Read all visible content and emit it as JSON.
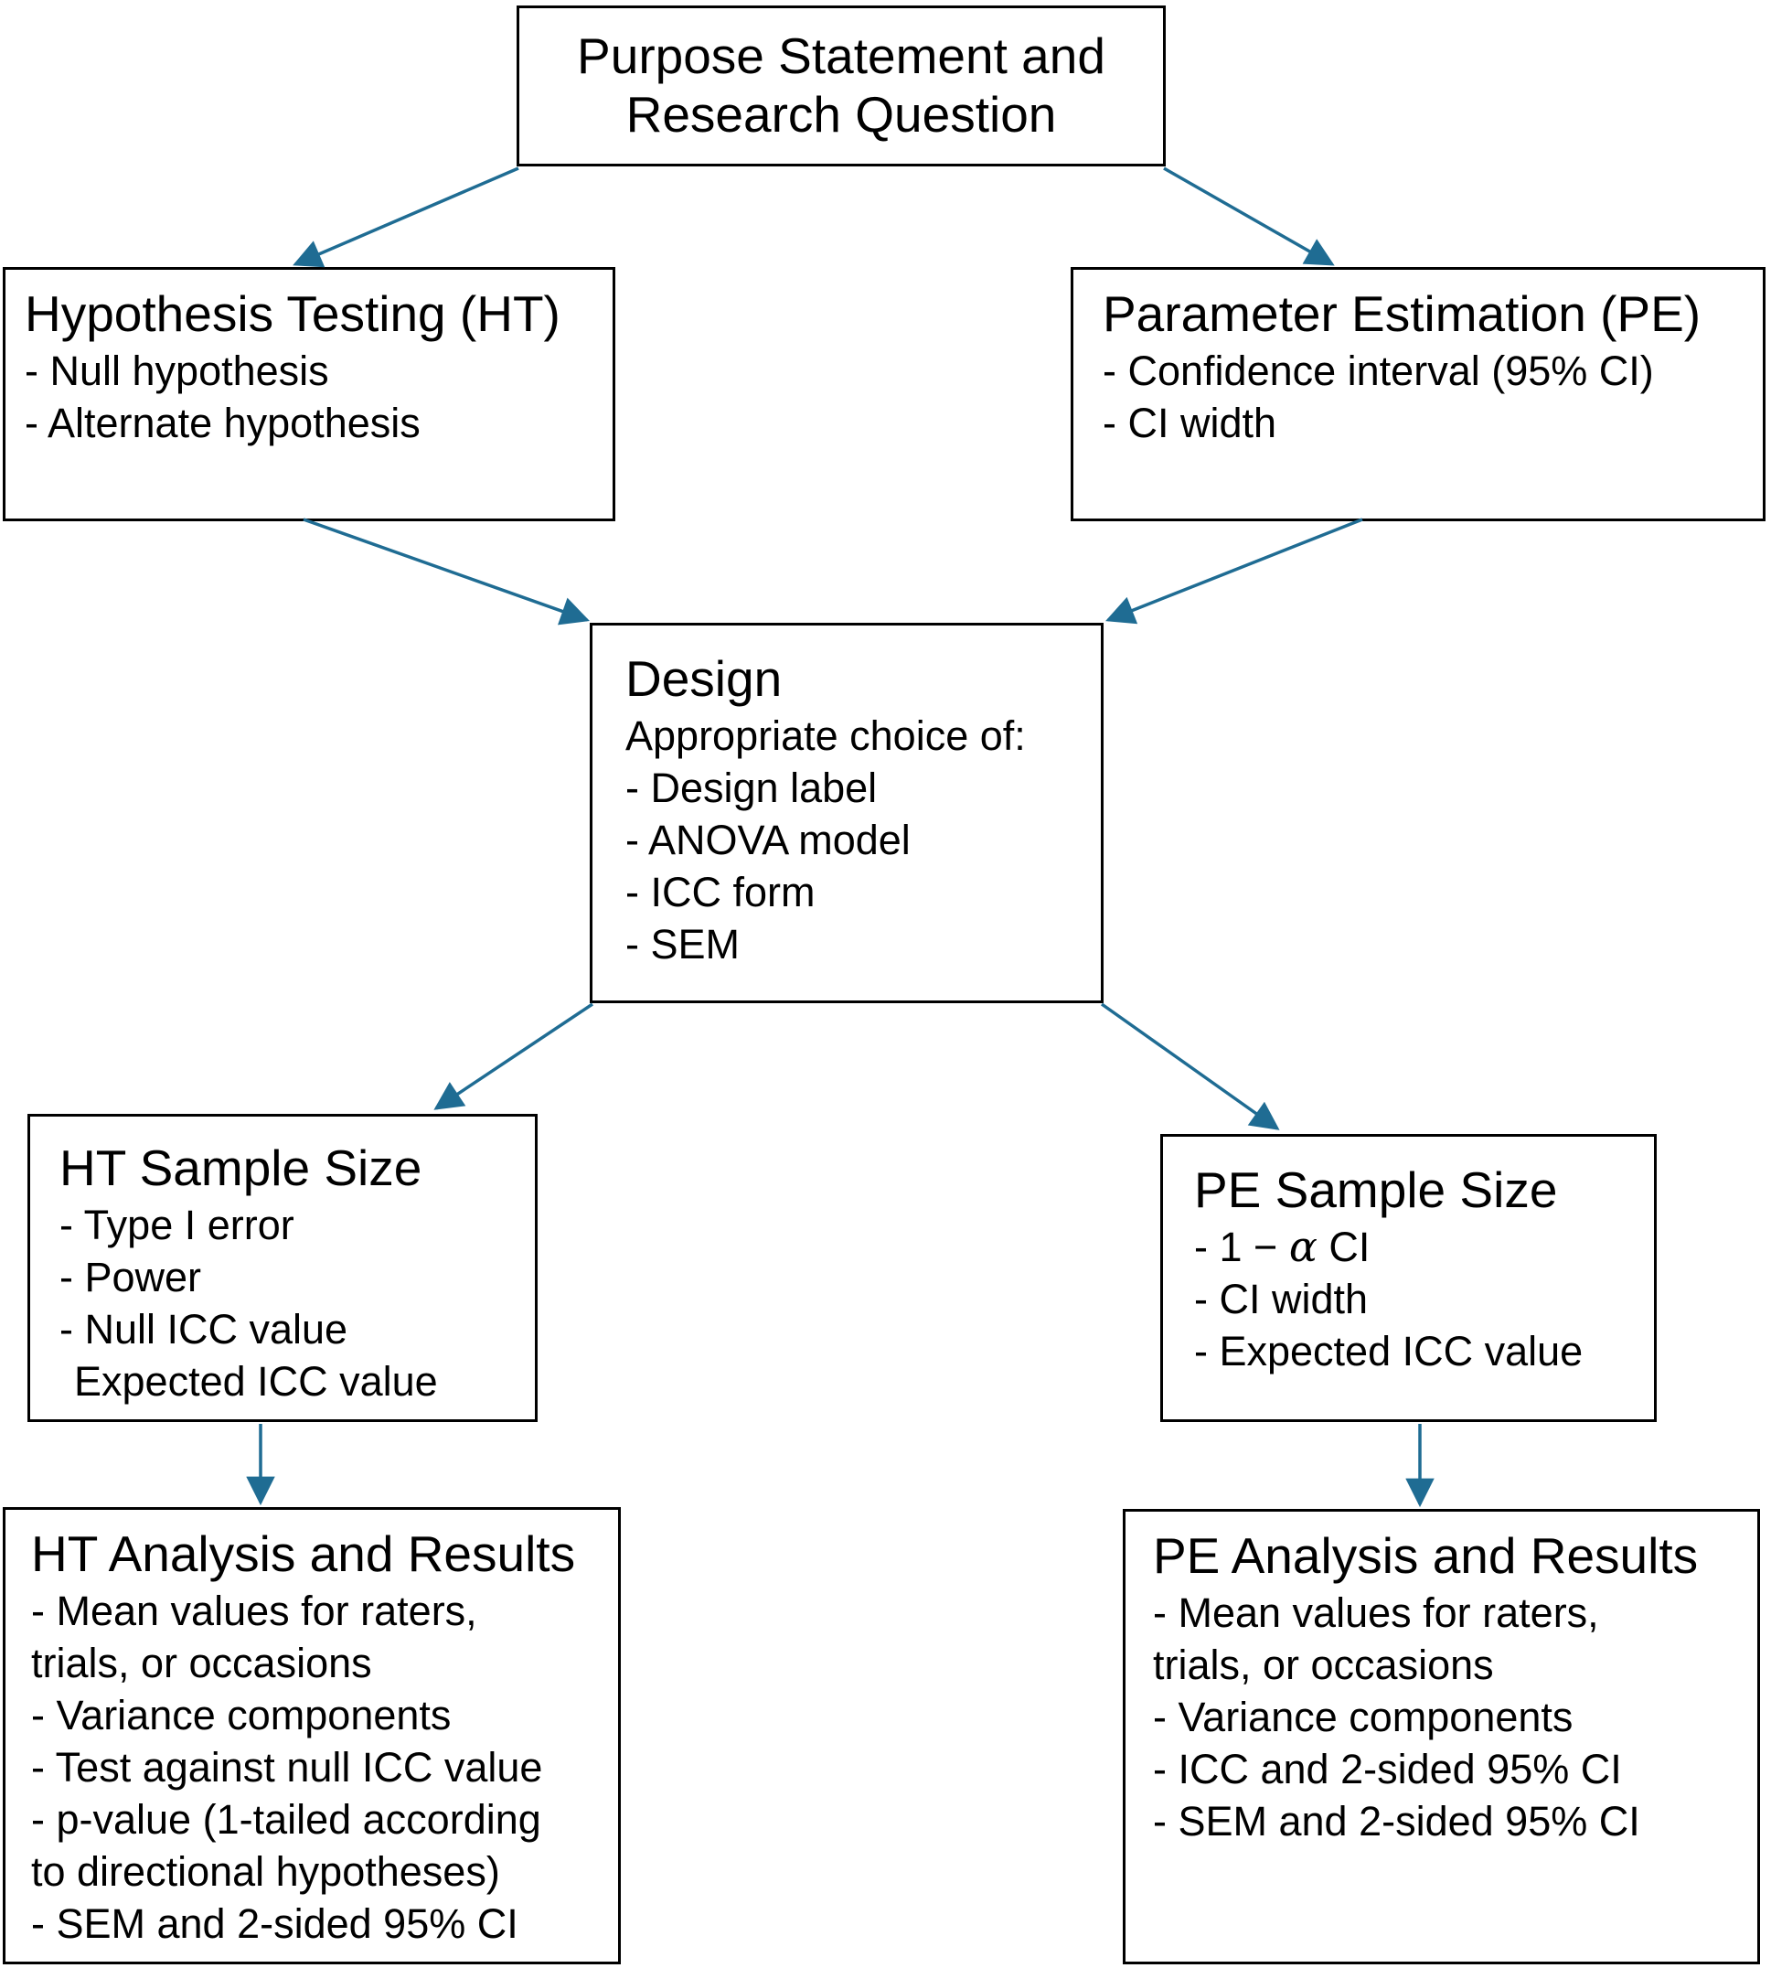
{
  "diagram": {
    "arrow_color": "#1F6C93",
    "border_color": "#000000",
    "background_color": "#ffffff",
    "boxes": {
      "purpose": {
        "lines": [
          "Purpose Statement and",
          "Research Question"
        ]
      },
      "ht": {
        "title": "Hypothesis Testing (HT)",
        "items": [
          "- Null hypothesis",
          "- Alternate hypothesis"
        ]
      },
      "pe": {
        "title": "Parameter Estimation (PE)",
        "items": [
          "- Confidence interval (95% CI)",
          "- CI width"
        ]
      },
      "design": {
        "title": "Design",
        "subtitle": "Appropriate choice of:",
        "items": [
          "- Design label",
          "- ANOVA model",
          "- ICC form",
          "- SEM"
        ]
      },
      "ht_sample": {
        "title": "HT Sample Size",
        "items": [
          "- Type I error",
          "- Power",
          "- Null ICC value",
          "Expected ICC value"
        ]
      },
      "pe_sample": {
        "title": "PE Sample Size",
        "alpha_line": {
          "prefix": "- 1 − ",
          "alpha": "α",
          "suffix": " CI"
        },
        "items": [
          "- CI width",
          "- Expected ICC value"
        ]
      },
      "ht_analysis": {
        "title": "HT Analysis and Results",
        "items": [
          "- Mean values for raters,",
          "trials, or occasions",
          "- Variance components",
          "- Test against null ICC value",
          "- p-value (1-tailed according",
          "to directional hypotheses)",
          "- SEM and 2-sided 95% CI"
        ]
      },
      "pe_analysis": {
        "title": "PE Analysis and Results",
        "items": [
          "- Mean values for raters,",
          "trials, or occasions",
          "- Variance components",
          "- ICC and 2-sided 95% CI",
          "- SEM and 2-sided 95% CI"
        ]
      }
    }
  }
}
